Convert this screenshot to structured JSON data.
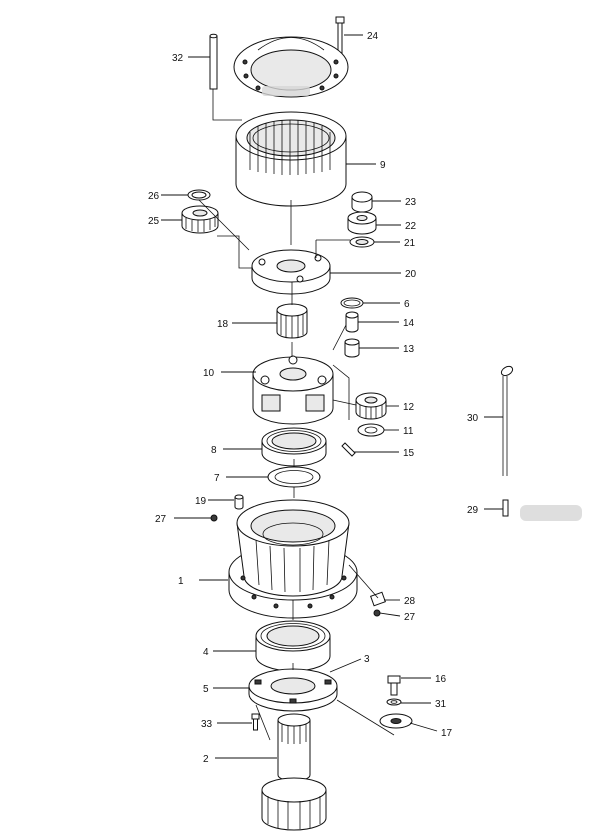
{
  "callouts": [
    {
      "num": "1"
    },
    {
      "num": "2"
    },
    {
      "num": "3"
    },
    {
      "num": "4"
    },
    {
      "num": "5"
    },
    {
      "num": "6"
    },
    {
      "num": "7"
    },
    {
      "num": "8"
    },
    {
      "num": "9"
    },
    {
      "num": "10"
    },
    {
      "num": "11"
    },
    {
      "num": "12"
    },
    {
      "num": "13"
    },
    {
      "num": "14"
    },
    {
      "num": "15"
    },
    {
      "num": "16"
    },
    {
      "num": "17"
    },
    {
      "num": "18"
    },
    {
      "num": "19"
    },
    {
      "num": "20"
    },
    {
      "num": "21"
    },
    {
      "num": "22"
    },
    {
      "num": "23"
    },
    {
      "num": "24"
    },
    {
      "num": "25"
    },
    {
      "num": "26"
    },
    {
      "num": "27"
    },
    {
      "num": "27"
    },
    {
      "num": "28"
    },
    {
      "num": "29"
    },
    {
      "num": "30"
    },
    {
      "num": "31"
    },
    {
      "num": "32"
    },
    {
      "num": "33"
    }
  ]
}
